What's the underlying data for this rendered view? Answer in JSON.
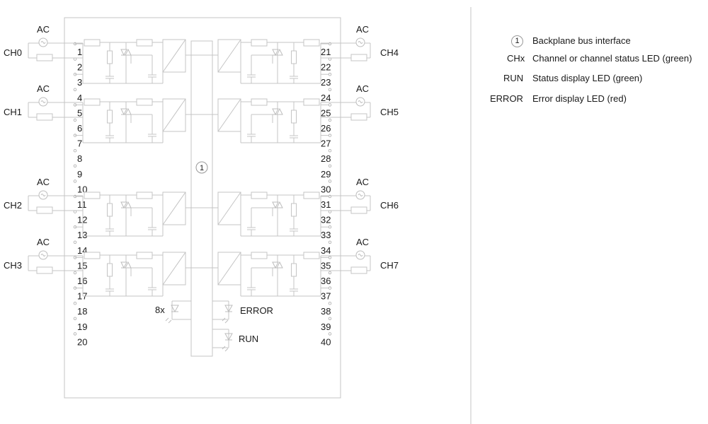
{
  "diagram": {
    "left_pins": [
      "1",
      "2",
      "3",
      "4",
      "5",
      "6",
      "7",
      "8",
      "9",
      "10",
      "11",
      "12",
      "13",
      "14",
      "15",
      "16",
      "17",
      "18",
      "19",
      "20"
    ],
    "right_pins": [
      "21",
      "22",
      "23",
      "24",
      "25",
      "26",
      "27",
      "28",
      "29",
      "30",
      "31",
      "32",
      "33",
      "34",
      "35",
      "36",
      "37",
      "38",
      "39",
      "40"
    ],
    "channels_left": [
      "CH0",
      "CH1",
      "CH2",
      "CH3"
    ],
    "channels_right": [
      "CH4",
      "CH5",
      "CH6",
      "CH7"
    ],
    "ac_label": "AC",
    "bus_marker": "1",
    "led_count_label": "8x",
    "error_label": "ERROR",
    "run_label": "RUN"
  },
  "legend": [
    {
      "key": "1",
      "text": "Backplane bus interface",
      "circled": true
    },
    {
      "key": "CHx",
      "text": "Channel or channel status LED (green)",
      "circled": false
    },
    {
      "key": "RUN",
      "text": "Status display LED (green)",
      "circled": false
    },
    {
      "key": "ERROR",
      "text": "Error display LED (red)",
      "circled": false
    }
  ]
}
